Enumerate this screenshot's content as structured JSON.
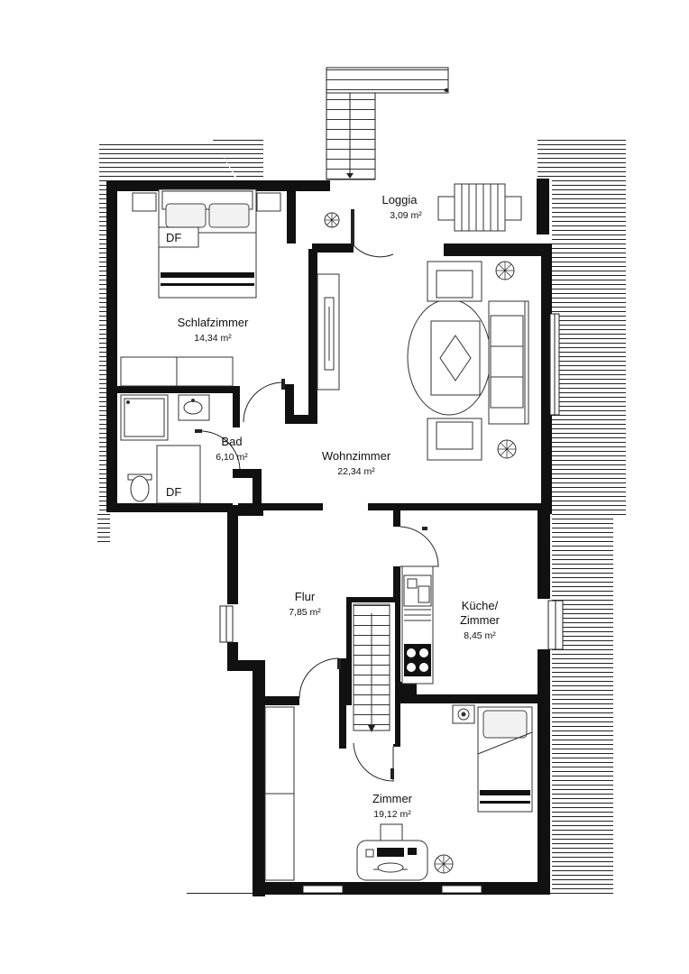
{
  "rooms": [
    {
      "id": "loggia",
      "label": "Loggia",
      "area": "3,09 m²"
    },
    {
      "id": "schlafzimmer",
      "label": "Schlafzimmer",
      "area": "14,34 m²"
    },
    {
      "id": "bad",
      "label": "Bad",
      "area": "6,10 m²"
    },
    {
      "id": "wohnzimmer",
      "label": "Wohnzimmer",
      "area": "22,34 m²"
    },
    {
      "id": "flur",
      "label": "Flur",
      "area": "7,85 m²"
    },
    {
      "id": "kueche",
      "label": "Küche/",
      "label2": "Zimmer",
      "area": "8,45 m²"
    },
    {
      "id": "zimmer",
      "label": "Zimmer",
      "area": "19,12 m²"
    }
  ],
  "skylight_marks": [
    "DF",
    "DF"
  ],
  "colors": {
    "wall": "#111111",
    "roof": "#222222",
    "background": "#ffffff"
  }
}
